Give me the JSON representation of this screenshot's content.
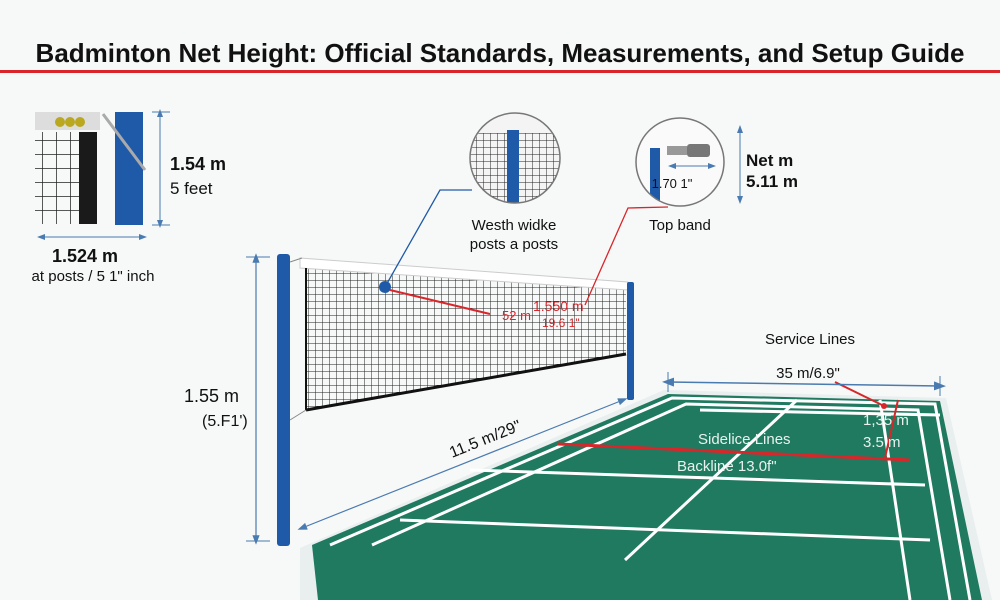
{
  "title": "Badminton Net Height: Official Standards, Measurements, and Setup Guide",
  "colors": {
    "court": "#1f7a60",
    "post": "#1f5aa8",
    "accent_line": "#d8262a",
    "dimension_line": "#4a7bb0"
  },
  "inset_post": {
    "height": "1.54 m",
    "height_alt": "5 feet",
    "width": "1.524 m",
    "width_note": "at posts / 5 1\" inch"
  },
  "inset_mesh": {
    "caption_line1": "Westh widke",
    "caption_line2": "posts a posts"
  },
  "inset_top_band": {
    "measure": "1.70 1\"",
    "caption": "Top band",
    "side_line1": "Net m",
    "side_line2": "5.11 m"
  },
  "net": {
    "center_label": "1.550 m",
    "center_sub": "19.6 1\"",
    "mid_label": "52 m",
    "post_height": "1.55 m",
    "post_height_alt": "(5.F1')",
    "length": "11.5 m/29\""
  },
  "court": {
    "service_lines": "Service Lines",
    "width": "35 m/6.9\"",
    "sideline": "Sidelice Lines",
    "backline": "Backline 13.0f\"",
    "short_service": "1,35 m",
    "short_service_2": "3.5 m"
  }
}
